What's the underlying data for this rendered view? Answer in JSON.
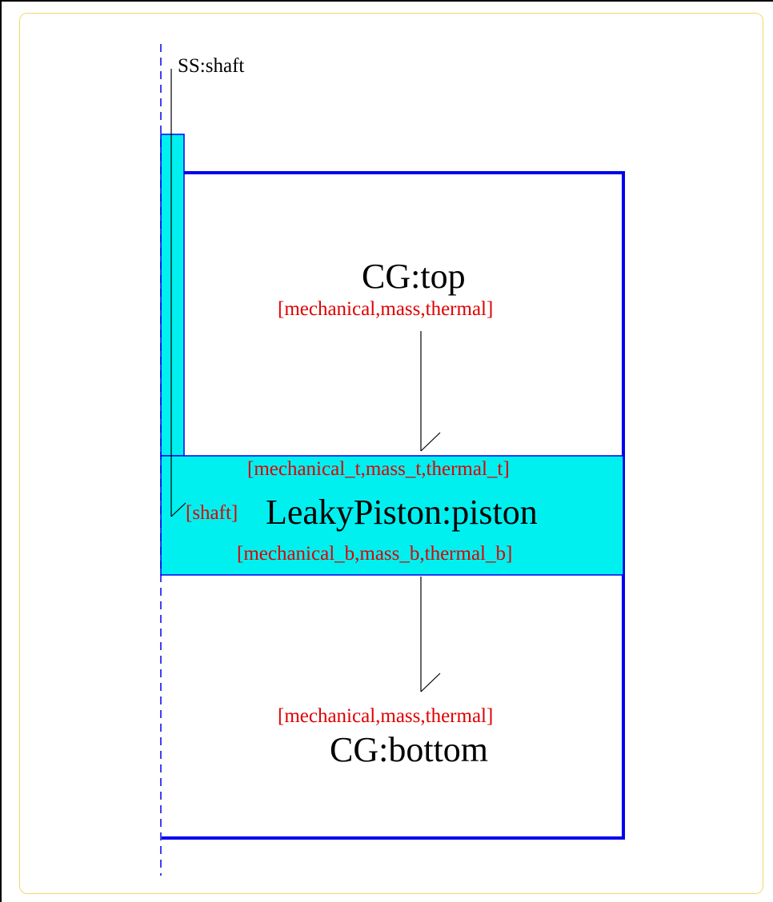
{
  "diagram": {
    "shaft_label": "SS:shaft",
    "top_group": {
      "name": "CG:top",
      "ports": "[mechanical,mass,thermal]"
    },
    "piston": {
      "name": "LeakyPiston:piston",
      "top_ports": "[mechanical_t,mass_t,thermal_t]",
      "bottom_ports": "[mechanical_b,mass_b,thermal_b]",
      "shaft_port": "[shaft]"
    },
    "bottom_group": {
      "name": "CG:bottom",
      "ports": "[mechanical,mass,thermal]"
    }
  },
  "colors": {
    "frame_blue": "#0000ee",
    "fill_cyan": "#00f0f0",
    "port_red": "#e00000",
    "label_black": "#000000",
    "inner_border": "#f2d86a"
  }
}
